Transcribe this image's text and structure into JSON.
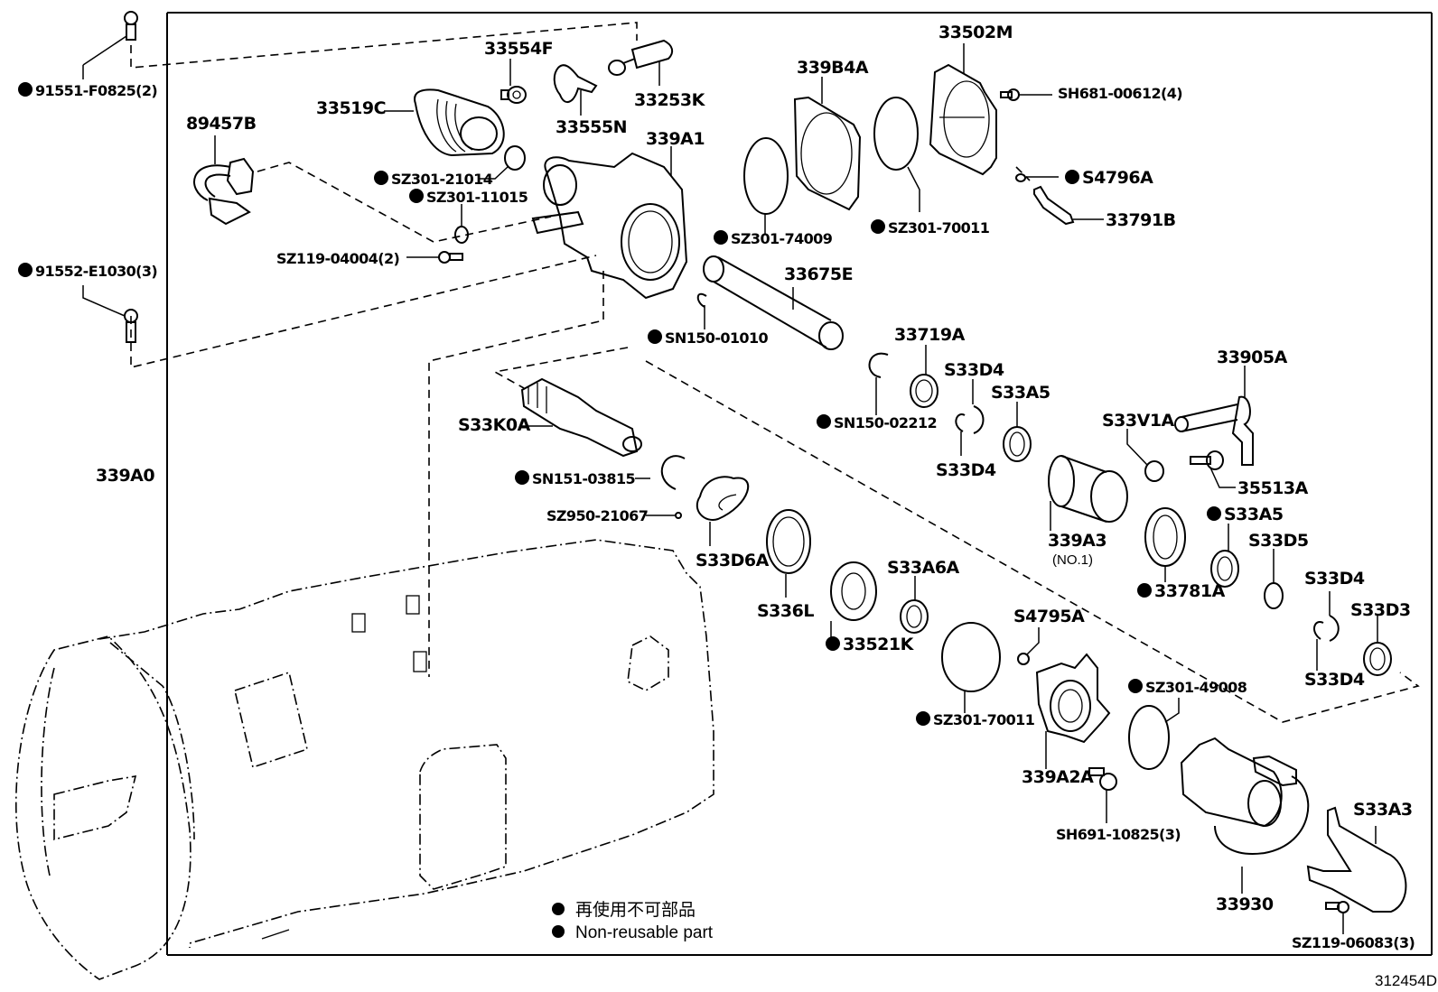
{
  "diagram": {
    "reference_number": "312454D",
    "frame_label": "339A0",
    "legend": {
      "japanese": "再使用不可部品",
      "english": "Non-reusable part"
    },
    "parts": [
      {
        "id": "p1",
        "label": "91551-F0825(2)",
        "non_reusable": true
      },
      {
        "id": "p2",
        "label": "91552-E1030(3)",
        "non_reusable": true
      },
      {
        "id": "p3",
        "label": "339A0",
        "non_reusable": false
      },
      {
        "id": "p4",
        "label": "89457B",
        "non_reusable": false
      },
      {
        "id": "p5",
        "label": "33519C",
        "non_reusable": false
      },
      {
        "id": "p6",
        "label": "33554F",
        "non_reusable": false
      },
      {
        "id": "p7",
        "label": "33555N",
        "non_reusable": false
      },
      {
        "id": "p8",
        "label": "33253K",
        "non_reusable": false
      },
      {
        "id": "p9",
        "label": "339A1",
        "non_reusable": false
      },
      {
        "id": "p10",
        "label": "SZ301-21014",
        "non_reusable": true
      },
      {
        "id": "p11",
        "label": "SZ301-11015",
        "non_reusable": true
      },
      {
        "id": "p12",
        "label": "SZ119-04004(2)",
        "non_reusable": false
      },
      {
        "id": "p13",
        "label": "339B4A",
        "non_reusable": false
      },
      {
        "id": "p14",
        "label": "33502M",
        "non_reusable": false
      },
      {
        "id": "p15",
        "label": "SH681-00612(4)",
        "non_reusable": false
      },
      {
        "id": "p16",
        "label": "S4796A",
        "non_reusable": true
      },
      {
        "id": "p17",
        "label": "33791B",
        "non_reusable": false
      },
      {
        "id": "p18",
        "label": "SZ301-74009",
        "non_reusable": true
      },
      {
        "id": "p19",
        "label": "SZ301-70011",
        "non_reusable": true
      },
      {
        "id": "p20",
        "label": "33675E",
        "non_reusable": false
      },
      {
        "id": "p21",
        "label": "SN150-01010",
        "non_reusable": true
      },
      {
        "id": "p22",
        "label": "33719A",
        "non_reusable": false
      },
      {
        "id": "p23",
        "label": "SN150-02212",
        "non_reusable": true
      },
      {
        "id": "p24",
        "label": "S33D4",
        "non_reusable": false
      },
      {
        "id": "p25",
        "label": "S33A5",
        "non_reusable": false
      },
      {
        "id": "p26",
        "label": "S33D4",
        "non_reusable": false
      },
      {
        "id": "p27",
        "label": "33905A",
        "non_reusable": false
      },
      {
        "id": "p28",
        "label": "S33V1A",
        "non_reusable": false
      },
      {
        "id": "p29",
        "label": "35513A",
        "non_reusable": false
      },
      {
        "id": "p30",
        "label": "339A3",
        "sublabel": "(NO.1)",
        "non_reusable": false
      },
      {
        "id": "p31",
        "label": "S33A5",
        "non_reusable": true
      },
      {
        "id": "p32",
        "label": "33781A",
        "non_reusable": true
      },
      {
        "id": "p33",
        "label": "S33D5",
        "non_reusable": false
      },
      {
        "id": "p34",
        "label": "S33D4",
        "non_reusable": false
      },
      {
        "id": "p35",
        "label": "S33D3",
        "non_reusable": false
      },
      {
        "id": "p36",
        "label": "S33D4",
        "non_reusable": false
      },
      {
        "id": "p37",
        "label": "S33K0A",
        "non_reusable": false
      },
      {
        "id": "p38",
        "label": "SN151-03815",
        "non_reusable": true
      },
      {
        "id": "p39",
        "label": "SZ950-21067",
        "non_reusable": false
      },
      {
        "id": "p40",
        "label": "S33D6A",
        "non_reusable": false
      },
      {
        "id": "p41",
        "label": "S336L",
        "non_reusable": false
      },
      {
        "id": "p42",
        "label": "33521K",
        "non_reusable": true
      },
      {
        "id": "p43",
        "label": "S33A6A",
        "non_reusable": false
      },
      {
        "id": "p44",
        "label": "SZ301-70011",
        "non_reusable": true
      },
      {
        "id": "p45",
        "label": "S4795A",
        "non_reusable": false
      },
      {
        "id": "p46",
        "label": "SZ301-49008",
        "non_reusable": true
      },
      {
        "id": "p47",
        "label": "339A2A",
        "non_reusable": false
      },
      {
        "id": "p48",
        "label": "SH691-10825(3)",
        "non_reusable": false
      },
      {
        "id": "p49",
        "label": "33930",
        "non_reusable": false
      },
      {
        "id": "p50",
        "label": "S33A3",
        "non_reusable": false
      },
      {
        "id": "p51",
        "label": "SZ119-06083(3)",
        "non_reusable": false
      }
    ]
  }
}
